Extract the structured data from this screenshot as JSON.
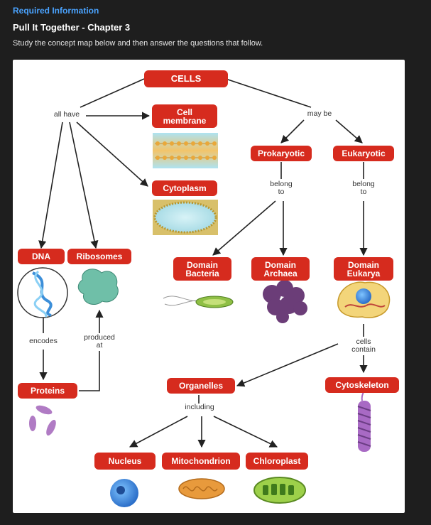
{
  "header": {
    "required": "Required Information",
    "title": "Pull It Together - Chapter 3",
    "instructions": "Study the concept map below and then answer the questions that follow."
  },
  "concept_map": {
    "nodes": {
      "cells": "CELLS",
      "cell_membrane": "Cell\nmembrane",
      "cytoplasm": "Cytoplasm",
      "prokaryotic": "Prokaryotic",
      "eukaryotic": "Eukaryotic",
      "dna": "DNA",
      "ribosomes": "Ribosomes",
      "domain_bacteria": "Domain\nBacteria",
      "domain_archaea": "Domain\nArchaea",
      "domain_eukarya": "Domain\nEukarya",
      "proteins": "Proteins",
      "organelles": "Organelles",
      "cytoskeleton": "Cytoskeleton",
      "nucleus": "Nucleus",
      "mitochondrion": "Mitochondrion",
      "chloroplast": "Chloroplast"
    },
    "links": {
      "all_have": "all have",
      "may_be": "may be",
      "belong_to_left": "belong\nto",
      "belong_to_right": "belong\nto",
      "encodes": "encodes",
      "produced_at": "produced\nat",
      "cells_contain": "cells\ncontain",
      "including": "including"
    },
    "colors": {
      "node_fill": "#d62b1e",
      "arrow": "#222222"
    }
  }
}
